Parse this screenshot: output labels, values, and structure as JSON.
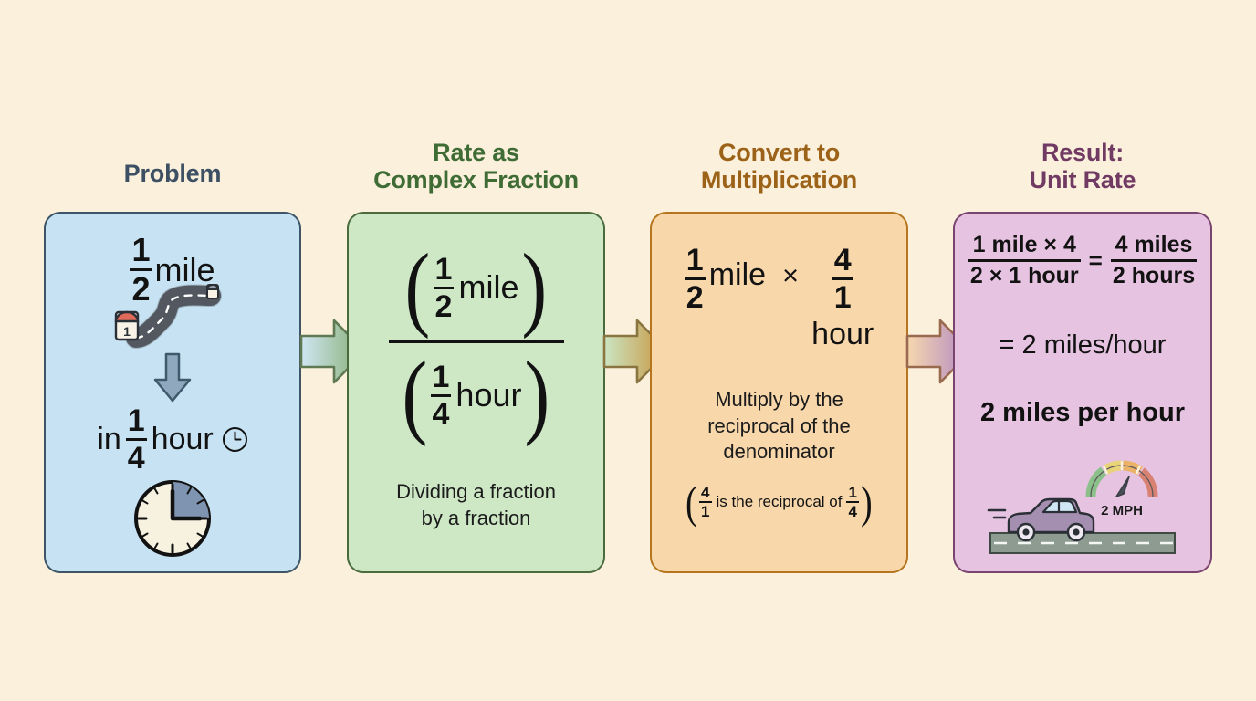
{
  "page": {
    "background_color": "#faf0dc",
    "type": "math-concept-flowchart",
    "topic": "Unit rate from a complex fraction"
  },
  "steps": [
    {
      "id": "problem",
      "title": "Problem",
      "title_color": "#3d5063",
      "panel_fill": "#c7e2f2",
      "panel_border": "#3e5567",
      "distance": {
        "numerator": "1",
        "denominator": "2",
        "unit": "mile"
      },
      "time": {
        "lead": "in",
        "numerator": "1",
        "denominator": "4",
        "unit": "hour"
      },
      "icons": [
        "road-icon",
        "milestone-icon",
        "down-arrow-icon",
        "clock-icon",
        "clock-quarter-icon"
      ]
    },
    {
      "id": "rate-as-complex-fraction",
      "title_line1": "Rate as",
      "title_line2": "Complex Fraction",
      "title_color": "#3f6b35",
      "panel_fill": "#cee8c6",
      "panel_border": "#4b6b3f",
      "numerator": {
        "numerator": "1",
        "denominator": "2",
        "unit": "mile"
      },
      "denominator": {
        "numerator": "1",
        "denominator": "4",
        "unit": "hour"
      },
      "note_line1": "Dividing a fraction",
      "note_line2": "by a fraction"
    },
    {
      "id": "convert-to-multiplication",
      "title_line1": "Convert to",
      "title_line2": "Multiplication",
      "title_color": "#9c6218",
      "panel_fill": "#f8d7ab",
      "panel_border": "#b5761f",
      "left": {
        "numerator": "1",
        "denominator": "2",
        "unit": "mile"
      },
      "operator": "×",
      "right": {
        "numerator": "4",
        "denominator": "1",
        "unit": "hour"
      },
      "note_line1": "Multiply by the",
      "note_line2": "reciprocal of the",
      "note_line3": "denominator",
      "sub": {
        "frac1_num": "4",
        "frac1_den": "1",
        "text": "is the reciprocal of",
        "frac2_num": "1",
        "frac2_den": "4"
      }
    },
    {
      "id": "result-unit-rate",
      "title_line1": "Result:",
      "title_line2": "Unit Rate",
      "title_color": "#713a63",
      "panel_fill": "#e6c3e0",
      "panel_border": "#7a4470",
      "equation": {
        "left_num": "1 mile × 4",
        "left_den": "2 × 1 hour",
        "equals": "=",
        "right_num": "4 miles",
        "right_den": "2 hours"
      },
      "line2": "= 2 miles/hour",
      "answer": "2 miles per hour",
      "gauge_label": "2 MPH",
      "icons": [
        "car-icon",
        "road-icon",
        "speedometer-icon"
      ]
    }
  ],
  "arrows": [
    {
      "id": "arrow-1-2",
      "from_color": "#c7e2f2",
      "to_color": "#8fb178",
      "stroke": "#5f7a53"
    },
    {
      "id": "arrow-2-3",
      "from_color": "#cee8c6",
      "to_color": "#c9953f",
      "stroke": "#8a7540"
    },
    {
      "id": "arrow-3-4",
      "from_color": "#f8d7ab",
      "to_color": "#b58bc4",
      "stroke": "#9a6a4e"
    }
  ]
}
